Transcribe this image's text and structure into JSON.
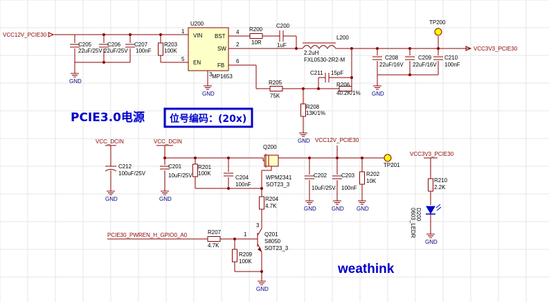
{
  "title": "PCIE3.0电源",
  "box_label": "位号编码：(20x)",
  "brand": "weathink",
  "nets": {
    "vcc12v_in": "VCC12V_PCIE30",
    "vcc3v3_out": "VCC3V3_PCIE30",
    "vcc_dcin_a": "VCC_DCIN",
    "vcc_dcin_b": "VCC_DCIN",
    "vcc12v_mid": "VCC12V_PCIE30",
    "vcc3v3_led": "VCC3V3_PCIE30",
    "pwren": "PCIE30_PWREN_H_GPIO0_A0"
  },
  "ic": {
    "ref": "U200",
    "part": "MP1653",
    "pins": {
      "vin_name": "VIN",
      "vin_num": "1",
      "bst_name": "BST",
      "bst_num": "4",
      "sw_name": "SW",
      "sw_num": "2",
      "en_name": "EN",
      "en_num": "5",
      "fb_name": "FB",
      "fb_num": "6",
      "gnd_num": "3"
    }
  },
  "parts": {
    "c205": {
      "ref": "C205",
      "val": "22uF/25V"
    },
    "c206": {
      "ref": "C206",
      "val": "22uF/25V"
    },
    "c207": {
      "ref": "C207",
      "val": "100nF"
    },
    "r203": {
      "ref": "R203",
      "val": "100K"
    },
    "r200": {
      "ref": "R200",
      "val": "10R"
    },
    "c200": {
      "ref": "C200",
      "val": "1uF"
    },
    "l200": {
      "ref": "L200",
      "val": "2.2uH",
      "part": "FXL0530-2R2-M"
    },
    "c211": {
      "ref": "C211",
      "val": "15pF"
    },
    "r205": {
      "ref": "R205",
      "val": "75K"
    },
    "r206": {
      "ref": "R206",
      "val": "40.2K/1%"
    },
    "r208": {
      "ref": "R208",
      "val": "13K/1%"
    },
    "c208": {
      "ref": "C208",
      "val": "22uF/16V"
    },
    "c209": {
      "ref": "C209",
      "val": "22uF/16V"
    },
    "c210": {
      "ref": "C210",
      "val": "100nF"
    },
    "tp200": {
      "ref": "TP200"
    },
    "c212": {
      "ref": "C212",
      "val": "100uF/25V"
    },
    "c201": {
      "ref": "C201",
      "val": "10uF/25V"
    },
    "r201": {
      "ref": "R201",
      "val": "100K"
    },
    "c204": {
      "ref": "C204",
      "val": "100nF"
    },
    "q200": {
      "ref": "Q200",
      "part": "WPM2341",
      "pkg": "SOT23_3"
    },
    "c202": {
      "ref": "C202",
      "val": "10uF/25V"
    },
    "c203": {
      "ref": "C203",
      "val": "100nF"
    },
    "r202": {
      "ref": "R202",
      "val": "10K"
    },
    "tp201": {
      "ref": "TP201"
    },
    "r204": {
      "ref": "R204",
      "val": "4.7K"
    },
    "q201": {
      "ref": "Q201",
      "part": "S8050",
      "pkg": "SOT23_3"
    },
    "r207": {
      "ref": "R207",
      "val": "4.7K"
    },
    "r209": {
      "ref": "R209",
      "val": "100K"
    },
    "r210": {
      "ref": "R210",
      "val": "2.2K"
    },
    "d200": {
      "ref": "D200",
      "part": "0603_LEDR"
    }
  },
  "gnd_label": "GND"
}
